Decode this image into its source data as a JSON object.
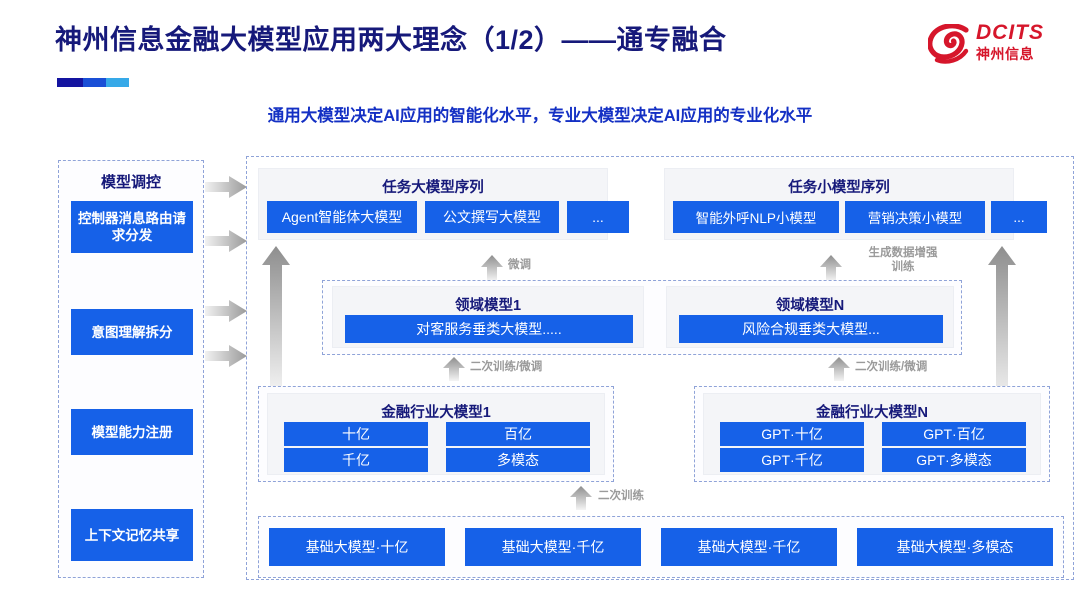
{
  "header": {
    "title": "神州信息金融大模型应用两大理念（1/2）——通专融合",
    "subtitle": "通用大模型决定AI应用的智能化水平，专业大模型决定AI应用的专业化水平",
    "logo_en": "DCITS",
    "logo_cn": "神州信息",
    "accent_colors": [
      "#1414a0",
      "#1a4fd6",
      "#36a9e8"
    ],
    "title_color": "#16197a",
    "subtitle_color": "#1430c4",
    "logo_color": "#d6162b"
  },
  "control_column": {
    "title": "模型调控",
    "items": [
      {
        "label": "控制器消息路由请求分发"
      },
      {
        "label": "意图理解拆分"
      },
      {
        "label": "模型能力注册"
      },
      {
        "label": "上下文记忆共享"
      }
    ]
  },
  "task_panels": [
    {
      "title": "任务大模型序列",
      "items": [
        "Agent智能体大模型",
        "公文撰写大模型",
        "..."
      ]
    },
    {
      "title": "任务小模型序列",
      "items": [
        "智能外呼NLP小模型",
        "营销决策小模型",
        "..."
      ]
    }
  ],
  "domain_panels": [
    {
      "title": "领域模型1",
      "items": [
        "对客服务垂类大模型....."
      ]
    },
    {
      "title": "领域模型N",
      "items": [
        "风险合规垂类大模型..."
      ]
    }
  ],
  "industry_panels": [
    {
      "title": "金融行业大模型1",
      "items": [
        "十亿",
        "百亿",
        "千亿",
        "多模态"
      ]
    },
    {
      "title": "金融行业大模型N",
      "items": [
        "GPT·十亿",
        "GPT·百亿",
        "GPT·千亿",
        "GPT·多模态"
      ]
    }
  ],
  "base_models": [
    "基础大模型·十亿",
    "基础大模型·千亿",
    "基础大模型·千亿",
    "基础大模型·多模态"
  ],
  "flow_labels": {
    "fine_tune": "微调",
    "data_augment": "生成数据增强\n训练",
    "data_augment_line1": "生成数据增强",
    "data_augment_line2": "训练",
    "retrain_finetune_left": "二次训练/微调",
    "retrain_finetune_right": "二次训练/微调",
    "retrain": "二次训练"
  },
  "colors": {
    "blue_box": "#1661e8",
    "panel_bg": "#f4f5f8",
    "dashed_border": "#8fa3d8",
    "arrow_grey": "#b3b3b3"
  }
}
